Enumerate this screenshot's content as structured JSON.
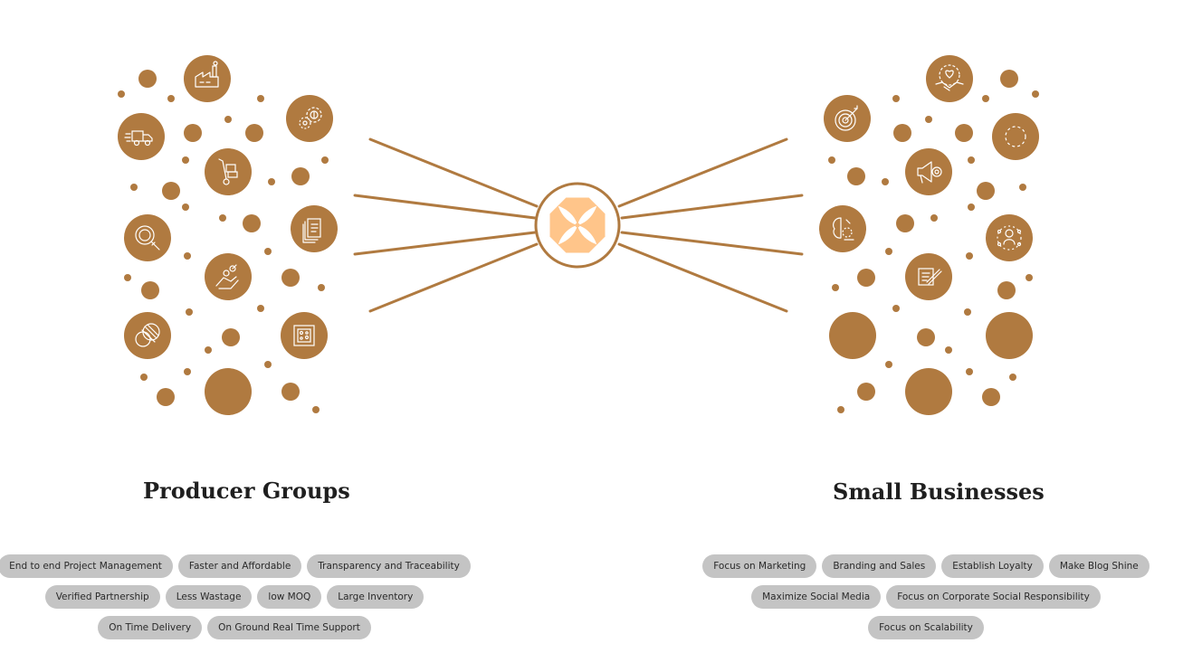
{
  "colors": {
    "accent": "#b07a40",
    "hub_fill": "#ffc58a",
    "tag_bg": "#c4c4c4",
    "text": "#1f1f1f"
  },
  "center": {
    "icon": "petal-flower-logo-icon"
  },
  "producer": {
    "title": "Producer Groups",
    "icons": [
      "factory-icon",
      "gears-money-icon",
      "delivery-truck-icon",
      "hand-truck-icon",
      "magnifier-icon",
      "documents-icon",
      "hands-gears-icon",
      "yarn-fabric-icon",
      "stamp-icon"
    ],
    "tag_rows": [
      [
        "End to end Project Management",
        "Faster and Affordable",
        "Transparency and Traceability"
      ],
      [
        "Verified Partnership",
        "Less Wastage",
        "low MOQ",
        "Large Inventory"
      ],
      [
        "On Time Delivery",
        "On Ground Real Time Support"
      ]
    ]
  },
  "business": {
    "title": "Small Businesses",
    "icons": [
      "heart-handshake-icon",
      "target-icon",
      "circle-network-icon",
      "megaphone-icon",
      "brain-gear-icon",
      "people-network-icon",
      "edit-note-icon"
    ],
    "tag_rows": [
      [
        "Focus on Marketing",
        "Branding and Sales",
        "Establish Loyalty",
        "Make Blog Shine"
      ],
      [
        "Maximize Social Media",
        "Focus on Corporate Social Responsibility"
      ],
      [
        "Focus on Scalability"
      ]
    ]
  }
}
